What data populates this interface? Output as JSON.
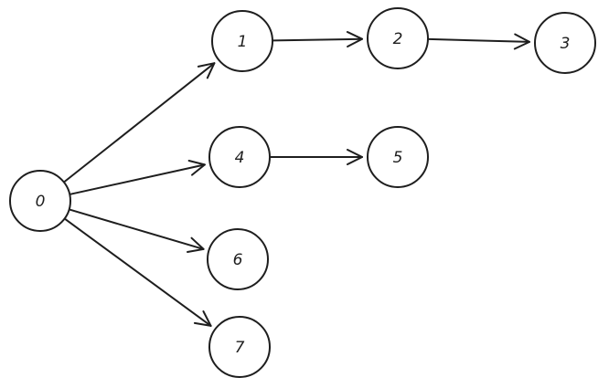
{
  "graph": {
    "nodes": [
      {
        "id": "0",
        "label": "0"
      },
      {
        "id": "1",
        "label": "1"
      },
      {
        "id": "2",
        "label": "2"
      },
      {
        "id": "3",
        "label": "3"
      },
      {
        "id": "4",
        "label": "4"
      },
      {
        "id": "5",
        "label": "5"
      },
      {
        "id": "6",
        "label": "6"
      },
      {
        "id": "7",
        "label": "7"
      }
    ],
    "edges": [
      {
        "from": "0",
        "to": "1"
      },
      {
        "from": "0",
        "to": "4"
      },
      {
        "from": "0",
        "to": "6"
      },
      {
        "from": "0",
        "to": "7"
      },
      {
        "from": "1",
        "to": "2"
      },
      {
        "from": "2",
        "to": "3"
      },
      {
        "from": "4",
        "to": "5"
      }
    ],
    "stroke_color": "#1e1e1e",
    "fill_color": "#ffffff"
  }
}
